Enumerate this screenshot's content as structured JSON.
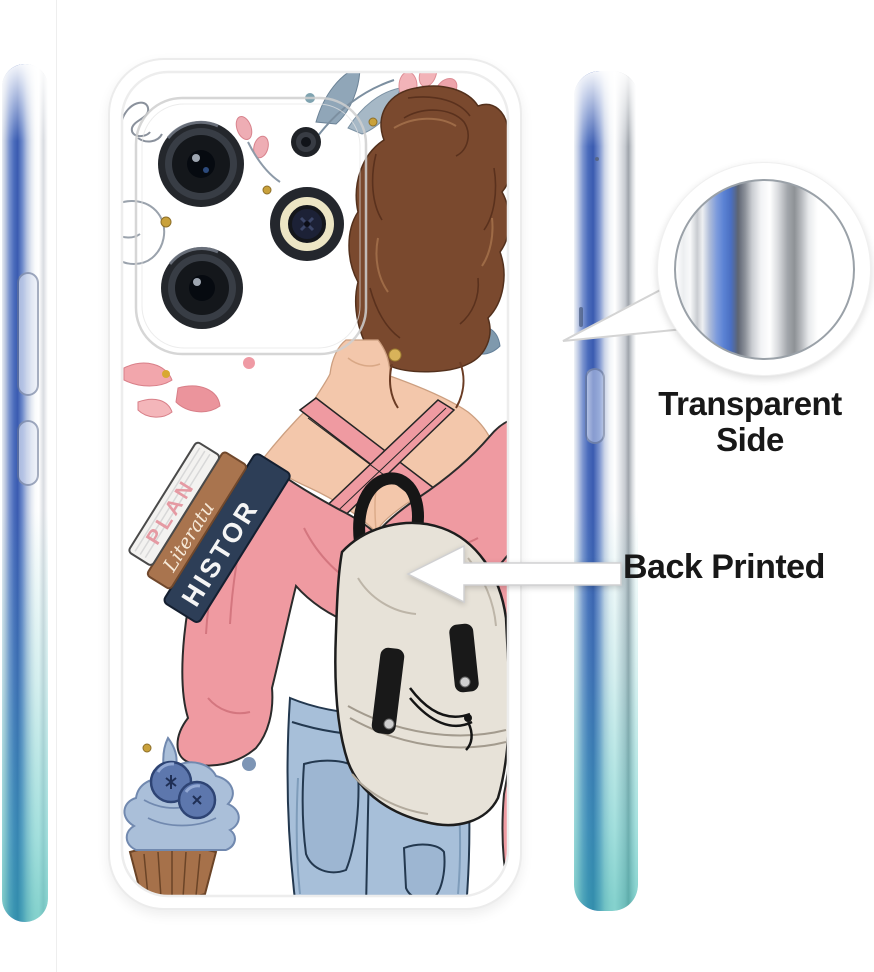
{
  "labels": {
    "transparent_side_line1": "Transparent",
    "transparent_side_line2": "Side",
    "back_printed": "Back Printed"
  },
  "case_print": {
    "book_titles": [
      "PLAN",
      "Literatu",
      "HISTOR"
    ],
    "motifs": [
      "girl-with-brown-bun",
      "pink-off-shoulder-sweater",
      "white-backpack",
      "stack-of-books",
      "blue-jeans",
      "blueberry-cupcake",
      "flowers-and-leaves",
      "triple-camera-cutout"
    ]
  },
  "colors": {
    "background": "#ffffff",
    "side_blue": "#3a5bb0",
    "side_teal": "#3cb8b0",
    "label_text": "#181818",
    "hair_brown": "#7a492e",
    "skin": "#f3c7ab",
    "sweater_pink": "#ef9aa1",
    "jeans_blue": "#a7bfd9",
    "backpack_ivory": "#e7e2d8",
    "frosting_blue": "#aabfd9",
    "blueberry": "#5d77ad",
    "book_navy": "#2d3e57",
    "book_brown": "#a9744e",
    "case_white": "#ffffff"
  }
}
